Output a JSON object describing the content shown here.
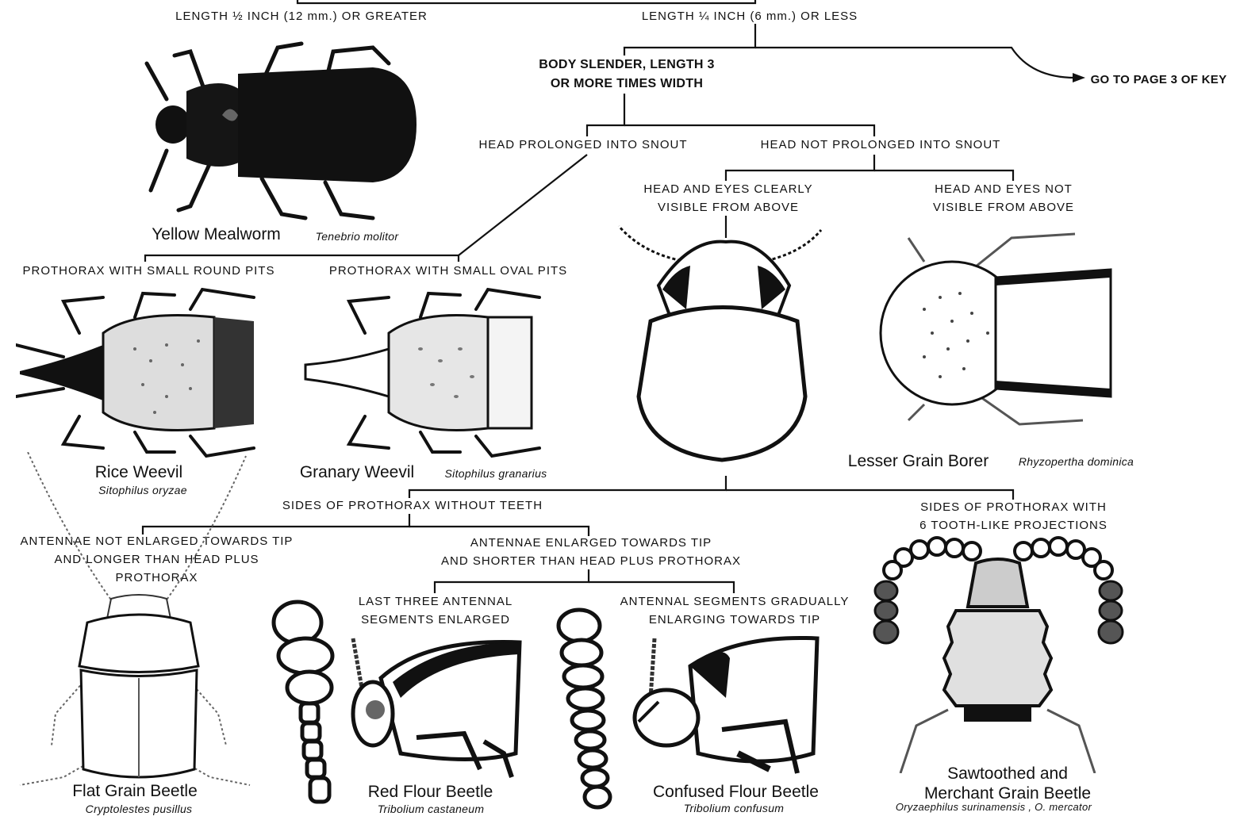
{
  "key_labels": {
    "length_long": "LENGTH ½ INCH (12 mm.) OR GREATER",
    "length_short": "LENGTH ¼ INCH (6 mm.) OR LESS",
    "body_slender": [
      "BODY SLENDER, LENGTH 3",
      "OR MORE TIMES WIDTH"
    ],
    "go_to_page": "GO TO PAGE 3 OF KEY",
    "head_snout": "HEAD PROLONGED INTO SNOUT",
    "head_no_snout": "HEAD NOT PROLONGED INTO SNOUT",
    "eyes_visible": [
      "HEAD AND EYES CLEARLY",
      "VISIBLE FROM ABOVE"
    ],
    "eyes_not_visible": [
      "HEAD AND EYES NOT",
      "VISIBLE FROM ABOVE"
    ],
    "round_pits": "PROTHORAX WITH SMALL ROUND PITS",
    "oval_pits": "PROTHORAX WITH SMALL OVAL PITS",
    "no_teeth": "SIDES OF PROTHORAX WITHOUT TEETH",
    "with_teeth": [
      "SIDES OF PROTHORAX WITH",
      "6 TOOTH-LIKE PROJECTIONS"
    ],
    "antennae_not_enlarged": [
      "ANTENNAE NOT ENLARGED TOWARDS TIP",
      "AND LONGER THAN HEAD PLUS",
      "PROTHORAX"
    ],
    "antennae_enlarged": [
      "ANTENNAE ENLARGED TOWARDS TIP",
      "AND SHORTER THAN HEAD PLUS PROTHORAX"
    ],
    "last_three": [
      "LAST THREE ANTENNAL",
      "SEGMENTS ENLARGED"
    ],
    "gradual": [
      "ANTENNAL SEGMENTS GRADUALLY",
      "ENLARGING TOWARDS TIP"
    ]
  },
  "insects": {
    "mealworm": {
      "name": "Yellow Mealworm",
      "scientific": "Tenebrio molitor"
    },
    "rice_weevil": {
      "name": "Rice Weevil",
      "scientific": "Sitophilus oryzae"
    },
    "granary_weevil": {
      "name": "Granary Weevil",
      "scientific": "Sitophilus granarius"
    },
    "lesser_grain_borer": {
      "name": "Lesser Grain Borer",
      "scientific": "Rhyzopertha dominica"
    },
    "flat_grain_beetle": {
      "name": "Flat Grain Beetle",
      "scientific": "Cryptolestes pusillus"
    },
    "red_flour_beetle": {
      "name": "Red Flour Beetle",
      "scientific": "Tribolium castaneum"
    },
    "confused_flour_beetle": {
      "name": "Confused Flour Beetle",
      "scientific": "Tribolium confusum"
    },
    "sawtoothed": {
      "name": [
        "Sawtoothed and",
        "Merchant  Grain Beetle"
      ],
      "scientific": "Oryzaephilus surinamensis , O. mercator"
    }
  },
  "colors": {
    "ink": "#111111",
    "paper": "#ffffff"
  }
}
